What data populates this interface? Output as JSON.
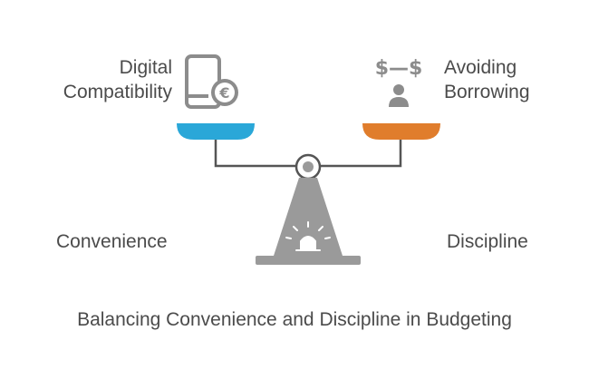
{
  "left": {
    "title_lines": [
      "Digital",
      "Compatibility"
    ],
    "icon": "phone-euro-icon",
    "pan_color": "#2aa7d8",
    "side_label": "Convenience"
  },
  "right": {
    "title_lines": [
      "Avoiding",
      "Borrowing"
    ],
    "icon": "money-person-icon",
    "pan_color": "#e07d2c",
    "side_label": "Discipline"
  },
  "caption": "Balancing Convenience and Discipline in Budgeting",
  "colors": {
    "scale_gray": "#9a9a9a",
    "dark_gray": "#555555",
    "icon_gray": "#8c8c8c"
  }
}
